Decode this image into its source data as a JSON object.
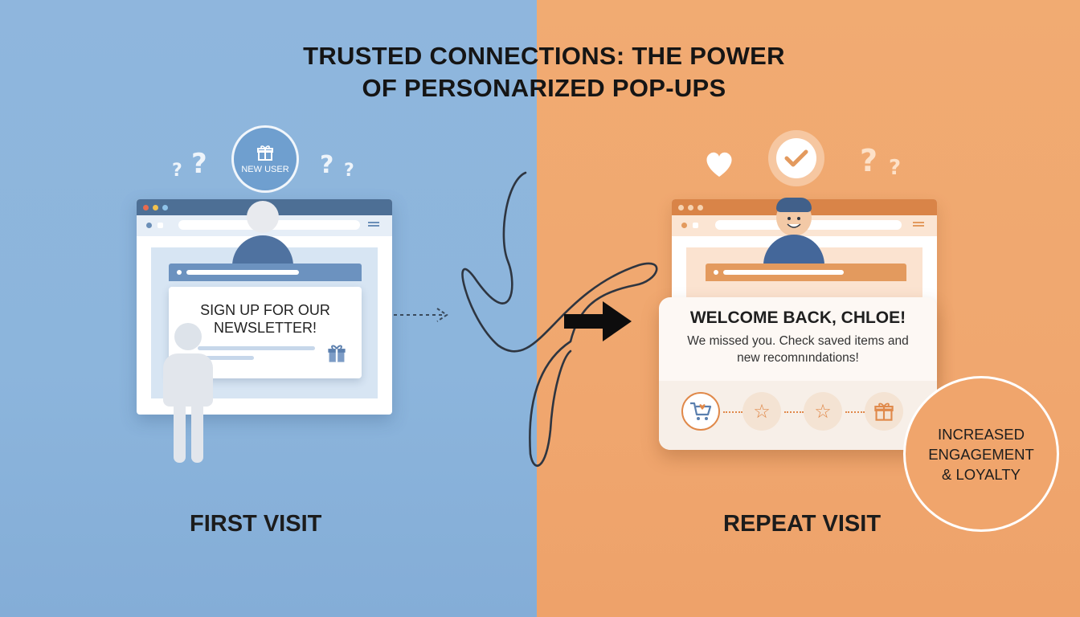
{
  "title": {
    "line1": "TRUSTED CONNECTIONS: THE POWER",
    "line2": "OF PERSONARIZED POP-UPS"
  },
  "colors": {
    "left_bg": "#8cb5dc",
    "right_bg": "#f0a76f",
    "left_accent": "#4d6f95",
    "right_accent": "#d98448"
  },
  "first_visit": {
    "badge_label": "NEW USER",
    "badge_icon": "gift-icon",
    "popup_text_line1": "SIGN UP FOR OUR",
    "popup_text_line2": "NEWSLETTER!",
    "popup_icon": "gift-icon",
    "label": "FIRST VISIT"
  },
  "repeat_visit": {
    "top_icons": [
      "heart-icon",
      "checkmark-icon",
      "question-icon"
    ],
    "popup_heading": "WELCOME BACK, CHLOE!",
    "popup_sub_line1": "We missed you. Check saved items and",
    "popup_sub_line2": "new recomnındations!",
    "popup_icons": [
      "cart-icon",
      "star-icon",
      "star-icon",
      "gift-icon"
    ],
    "label": "REPEAT VISIT"
  },
  "engagement": {
    "line1": "INCREASED",
    "line2": "ENGAGEMENT",
    "line3": "& LOYALTY"
  }
}
